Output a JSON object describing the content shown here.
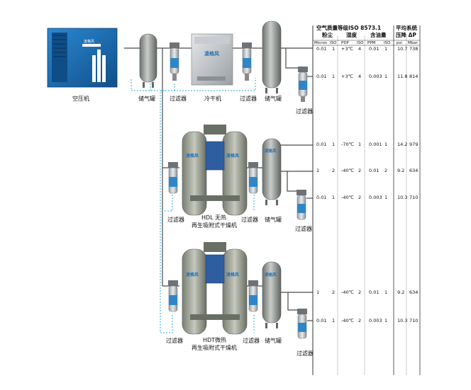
{
  "labels": {
    "compressor": "空压机",
    "tank": "储气罐",
    "filter": "过滤器",
    "dryer": "冷干机",
    "hdl_line1": "HDL 无热",
    "hdl_line2": "再生吸附式干燥机",
    "hdt_line1": "HDT微热",
    "hdt_line2": "再生吸附式干燥机",
    "brand": "凌格风",
    "tank2": "储气罐"
  },
  "table": {
    "title": "空气质量等级ISO 8573.1",
    "group_dust": "粉尘",
    "group_humidity": "湿度",
    "group_oil": "含油量",
    "title_right_1": "平均系统",
    "title_right_2": "压降 ΔP",
    "columns": [
      "Micron",
      "ISO",
      "PDP",
      "ISO",
      "PPM",
      "ISO",
      "psi",
      "Mbar"
    ],
    "rows": [
      [
        "0.01",
        "1",
        "+3℃",
        "4",
        "0.01",
        "1",
        "10.7",
        "738"
      ],
      [
        "0.01",
        "1",
        "+3℃",
        "4",
        "0.003",
        "1",
        "11.8",
        "814"
      ],
      [
        "0.01",
        "1",
        "-70℃",
        "1",
        "0.001",
        "1",
        "14.2",
        "979"
      ],
      [
        "1",
        "2",
        "-40℃",
        "2",
        "0.01",
        "2",
        "9.2",
        "634"
      ],
      [
        "0.01",
        "1",
        "-40℃",
        "2",
        "0.003",
        "1",
        "10.3",
        "710"
      ],
      [
        "1",
        "2",
        "-40℃",
        "2",
        "0.01",
        "1",
        "9.2",
        "634"
      ],
      [
        "0.01",
        "1",
        "-40℃",
        "2",
        "0.003",
        "1",
        "10.3",
        "710"
      ]
    ]
  },
  "colors": {
    "pipe": "#4a4a4a",
    "dotted": "#2aa8d8",
    "compressor": "#1a6fb8",
    "vessel": "#8a8f8a",
    "filter_blue": "#2f86c7"
  }
}
